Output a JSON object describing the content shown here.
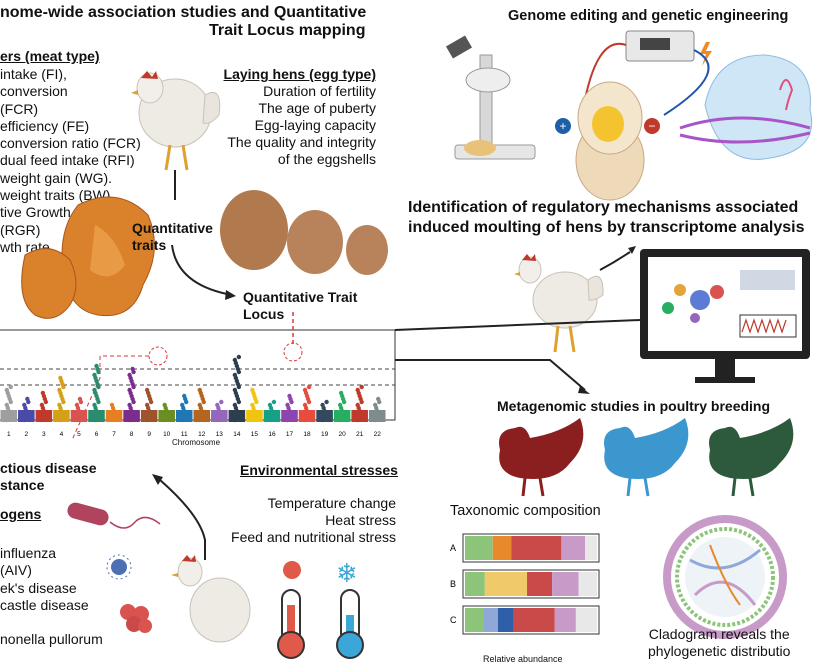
{
  "titles": {
    "gwas_line1": "nome-wide association studies and Quantitative",
    "gwas_line2": "Trait Locus mapping",
    "genome_editing": "Genome editing and genetic engineering",
    "regulatory_line1": "Identification of regulatory mechanisms associated",
    "regulatory_line2": "induced moulting of hens by transcriptome analysis",
    "metagenomic": "Metagenomic studies in poultry breeding"
  },
  "broilers": {
    "heading": "ers (meat type)",
    "items": [
      " intake (FI),",
      " conversion",
      " (FCR)",
      " efficiency (FE)",
      " conversion ratio (FCR)",
      "dual feed intake (RFI)",
      " weight gain (WG).",
      " weight traits (BW)",
      "tive Growth",
      " (RGR)",
      "wth rate"
    ]
  },
  "laying_hens": {
    "heading": "Laying hens (egg type)",
    "items": [
      "Duration of fertility",
      "The age of puberty",
      "Egg-laying capacity",
      "The quality and integrity",
      "of the eggshells"
    ]
  },
  "labels": {
    "quantitative_traits_1": "Quantitative",
    "quantitative_traits_2": "traits",
    "qtl_1": "Quantitative Trait",
    "qtl_2": "Locus",
    "infectious_1": "ctious disease",
    "infectious_2": "stance",
    "pathogens_heading": "ogens",
    "environmental_heading": "Environmental stresses",
    "taxonomic": "Taxonomic composition",
    "relative_abundance": "Relative abundance",
    "cladogram_1": "Cladogram reveals the",
    "cladogram_2": "phylogenetic distributio"
  },
  "pathogens": [
    " influenza",
    " (AIV)",
    "ek's disease",
    "castle disease",
    "",
    "nonella pullorum"
  ],
  "stresses": [
    "Temperature change",
    "Heat stress",
    "Feed and nutritional stress"
  ],
  "manhattan": {
    "xlabel": "Chromosome",
    "chromosomes": [
      "1",
      "2",
      "3",
      "4",
      "5",
      "6",
      "7",
      "8",
      "9",
      "10",
      "11",
      "12",
      "13",
      "14",
      "15",
      "16",
      "17",
      "18",
      "19",
      "20",
      "21",
      "22"
    ],
    "colors": [
      "#9e9e9e",
      "#4a4aa8",
      "#c0392b",
      "#d4a017",
      "#d9534f",
      "#2a8c6e",
      "#e67e22",
      "#7b2d8e",
      "#a0522d",
      "#6b8e23",
      "#1f77b4",
      "#b5651d",
      "#9467bd",
      "#2c3e50",
      "#f1c40f",
      "#16a085",
      "#8e44ad",
      "#e74c3c",
      "#34495e",
      "#27ae60",
      "#c0392b",
      "#7f8c8d"
    ]
  },
  "chart_data": {
    "type": "bar",
    "categories": [
      "A",
      "B",
      "C"
    ],
    "title": "Taxonomic composition",
    "xlabel": "Relative abundance",
    "ylabel": "",
    "series": [
      {
        "color": "#8cc47a",
        "values": [
          0.21,
          0.15,
          0.14
        ]
      },
      {
        "color": "#f0c96a",
        "values": [
          0,
          0.32,
          0
        ]
      },
      {
        "color": "#e8892b",
        "values": [
          0.14,
          0,
          0
        ]
      },
      {
        "color": "#8fa8d8",
        "values": [
          0,
          0,
          0.11
        ]
      },
      {
        "color": "#2f5fa8",
        "values": [
          0,
          0,
          0.12
        ]
      },
      {
        "color": "#c94a48",
        "values": [
          0.38,
          0.19,
          0.31
        ]
      },
      {
        "color": "#c89ac8",
        "values": [
          0.18,
          0.2,
          0.16
        ]
      },
      {
        "color": "#e8e8e8",
        "values": [
          0.09,
          0.14,
          0.16
        ]
      }
    ]
  },
  "colors": {
    "hen_red": "#8b1e1e",
    "hen_blue": "#3c97cf",
    "hen_green": "#2d5a3d",
    "egg": "#b07a4e",
    "hot": "#e05a4a",
    "cold": "#3aa7d8"
  }
}
